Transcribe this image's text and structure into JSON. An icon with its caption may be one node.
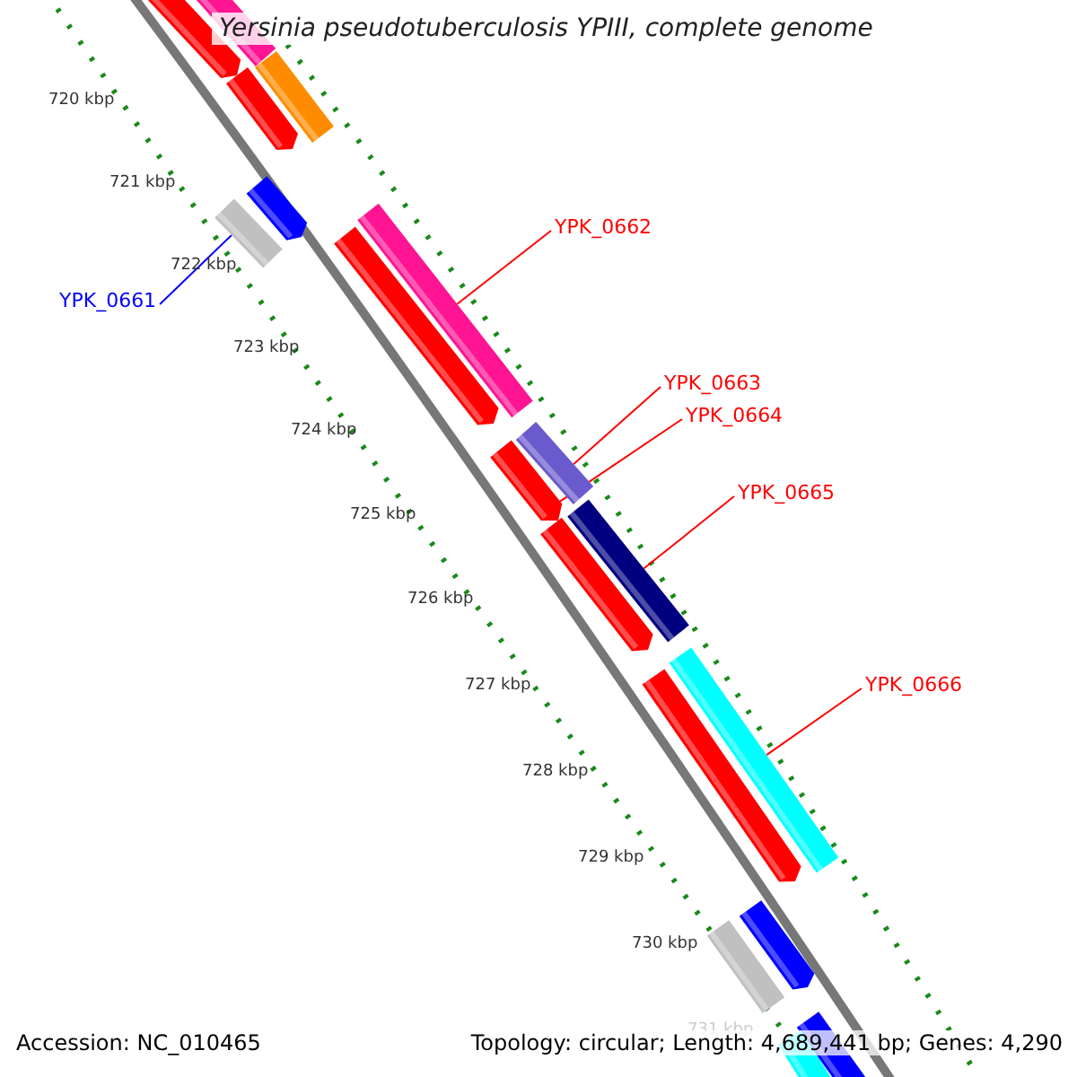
{
  "diagram": {
    "title": "Yersinia pseudotuberculosis YPIII, complete genome",
    "nodes": [
      {
        "text": [
          "YPK_0661"
        ]
      },
      {
        "text": [],
        "shape": "bar"
      },
      {
        "text": [
          "YPK_0662"
        ]
      },
      {
        "text": [],
        "shape": "bar"
      },
      {
        "text": [
          "YPK_0663"
        ]
      },
      {
        "text": [],
        "shape": "bar"
      },
      {
        "text": [
          "YPK_0664"
        ]
      },
      {
        "text": [],
        "shape": "bar"
      },
      {
        "text": [
          "YPK_0665"
        ]
      },
      {
        "text": [],
        "shape": "bar"
      },
      {
        "text": [
          "YPK_0666"
        ]
      },
      {
        "text": [],
        "shape": "bar"
      },
      {
        "text": [],
        "shape": "bar"
      },
      {
        "text": [],
        "shape": "bar"
      },
      {
        "text": [],
        "shape": "bar"
      },
      {
        "text": [],
        "shape": "bar"
      },
      {
        "text": [],
        "shape": "bar"
      },
      {
        "text": [],
        "shape": "bar"
      },
      {
        "text": [],
        "shape": "bar"
      },
      {
        "text": [],
        "shape": "bar"
      },
      {
        "text": [],
        "shape": "bar"
      },
      {
        "text": [],
        "shape": "bar"
      },
      {
        "text": [],
        "shape": "bar"
      },
      {
        "text": [],
        "shape": "bar"
      }
    ],
    "edges": [
      {
        "from": 0,
        "to": 1,
        "arrow": "none",
        "color": "#0000ff"
      },
      {
        "from": 2,
        "to": 3,
        "arrow": "none"
      },
      {
        "from": 4,
        "to": 5,
        "arrow": "none"
      },
      {
        "from": 6,
        "to": 7,
        "arrow": "none"
      },
      {
        "from": 8,
        "to": 9,
        "arrow": "none"
      },
      {
        "from": 10,
        "to": 11,
        "arrow": "none"
      }
    ],
    "labels": [
      "720 kbp",
      "721 kbp",
      "722 kbp",
      "723 kbp",
      "724 kbp",
      "725 kbp",
      "726 kbp",
      "727 kbp",
      "728 kbp",
      "729 kbp",
      "730 kbp",
      "731 kbp",
      "Accession: NC_010465",
      "Topology: circular; Length: 4,689,441 bp; Genes: 4,290"
    ]
  }
}
